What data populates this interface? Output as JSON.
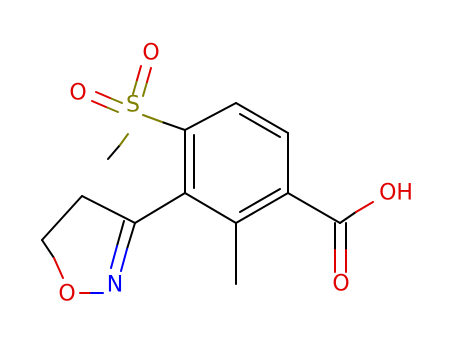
{
  "molecule": {
    "atom_labels": {
      "oxygen_sulfonyl_top": "O",
      "oxygen_sulfonyl_left": "O",
      "sulfur": "S",
      "hydroxyl": "OH",
      "carbonyl_oxygen": "O",
      "ring_oxygen": "O",
      "ring_nitrogen": "N"
    }
  },
  "colors": {
    "bond": "#000000",
    "oxygen": "#e00000",
    "sulfur": "#808000",
    "nitrogen": "#0000ff"
  }
}
